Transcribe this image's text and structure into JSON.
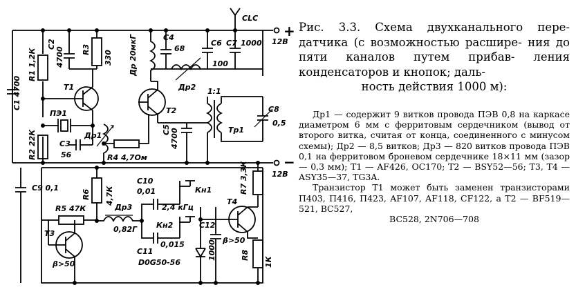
{
  "caption": {
    "lines": [
      "Рис. 3.3. Схема двухканального пере-",
      "датчика (с возможностью расшире-",
      "ния до пяти каналов путем прибав-",
      "ления конденсаторов и кнопок; даль-",
      "ность действия 1000 м):"
    ]
  },
  "notes": {
    "p1": "Др1 — содержит 9 витков провода ПЭВ 0,8 на каркасе диаметром 6 мм с ферритовым сердечником (вывод от второго витка, считая от конца, соединенного с минусом схемы);  Др2 — 8,5 витков; Др3 — 820 витков провода ПЭВ 0,1 на ферритовом броневом сердечнике 18×11 мм (зазор — 0,3 мм); Т1 — AF426, OC170; Т2 — BSY52—56; Т3, Т4 — ASY35—37, TG3A.",
    "p2": "Транзистор Т1 может быть заменен транзисторами П403, П416, П423, AF107, AF118, CF122, а Т2 — BF519—521, ВС527,",
    "p3": "BC528, 2N706—708"
  },
  "schematic": {
    "labels": {
      "antenna": "CLC",
      "plus_sign": "+",
      "minus_sign": "−",
      "v_top": "12В",
      "v_mid": "12В",
      "c1": "C1 4700",
      "r1": "R1 1,2К",
      "c2": "C2",
      "c2_val": "4700",
      "r3": "R3",
      "r3_val": "330",
      "t1": "T1",
      "pe1": "ПЭ1",
      "dr1": "Др1",
      "r2": "R2 22К",
      "c3": "C3",
      "c3_val": "56",
      "r4": "R4 4,7Ом",
      "dr20": "Др 20мкГ",
      "c4": "C4",
      "c4_val": "68",
      "c6": "C6",
      "c6_val": "100",
      "c7": "C7",
      "c7_val": "1000",
      "dr2": "Др2",
      "t2": "T2",
      "ratio": "1:1",
      "tp1": "Тр1",
      "c5": "C5",
      "c5_val": "4700",
      "c8": "C8",
      "c8_val": "0,5",
      "c9": "C9 0,1",
      "r6": "R6",
      "r6_val": "4,7К",
      "r5": "R5 47К",
      "t3": "T3",
      "beta1": "β>50",
      "dr3": "Др3",
      "dr3_val": "0,82Г",
      "c10": "C10",
      "c10_val": "0,01",
      "f1": "2,4 кГц",
      "kn1": "Кн1",
      "kn2": "Кн2",
      "c11": "C11",
      "c11_val": "0,015",
      "diode": "D0G50-56",
      "c12": "C12",
      "c12_val": "1000",
      "r7": "R7 3,3К",
      "t4": "T4",
      "beta2": "β>50",
      "r8": "R8",
      "r8_val": "1К"
    }
  }
}
